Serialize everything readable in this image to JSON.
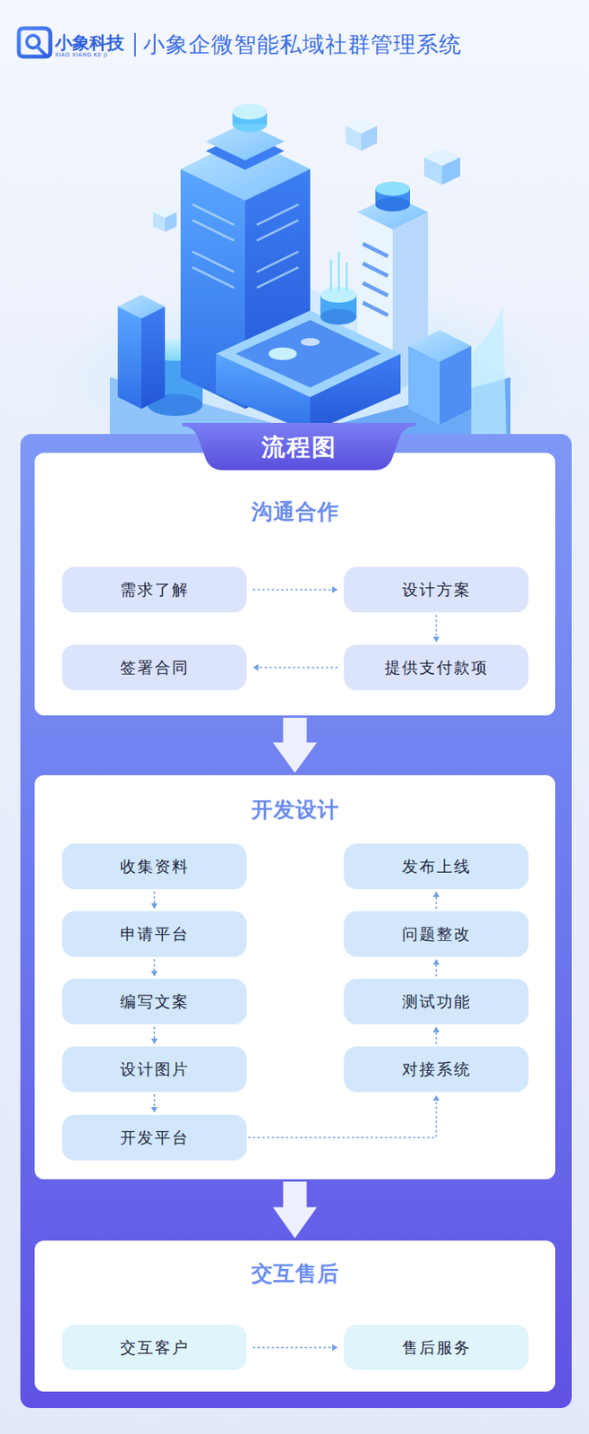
{
  "diagram": {
    "title": "小象企微智能私域社群管理系统",
    "nodes": [
      {
        "text": [
          "流程图"
        ]
      },
      {
        "text": [
          "沟通合作"
        ],
        "in": 0
      },
      {
        "text": [
          "需求了解"
        ],
        "in": 1
      },
      {
        "text": [
          "设计方案"
        ],
        "in": 1
      },
      {
        "text": [
          "提供支付款项"
        ],
        "in": 1
      },
      {
        "text": [
          "签署合同"
        ],
        "in": 1
      },
      {
        "text": [
          "开发设计"
        ],
        "in": 0
      },
      {
        "text": [
          "收集资料"
        ],
        "in": 6
      },
      {
        "text": [
          "申请平台"
        ],
        "in": 6
      },
      {
        "text": [
          "编写文案"
        ],
        "in": 6
      },
      {
        "text": [
          "设计图片"
        ],
        "in": 6
      },
      {
        "text": [
          "开发平台"
        ],
        "in": 6
      },
      {
        "text": [
          "对接系统"
        ],
        "in": 6
      },
      {
        "text": [
          "测试功能"
        ],
        "in": 6
      },
      {
        "text": [
          "问题整改"
        ],
        "in": 6
      },
      {
        "text": [
          "发布上线"
        ],
        "in": 6
      },
      {
        "text": [
          "交互售后"
        ],
        "in": 0
      },
      {
        "text": [
          "交互客户"
        ],
        "in": 16
      },
      {
        "text": [
          "售后服务"
        ],
        "in": 16
      }
    ],
    "edges": [
      {
        "from": 2,
        "to": 3,
        "arrow": "to"
      },
      {
        "from": 3,
        "to": 4,
        "arrow": "to"
      },
      {
        "from": 4,
        "to": 5,
        "arrow": "to"
      },
      {
        "from": 1,
        "to": 6,
        "arrow": "to"
      },
      {
        "from": 7,
        "to": 8,
        "arrow": "to"
      },
      {
        "from": 8,
        "to": 9,
        "arrow": "to"
      },
      {
        "from": 9,
        "to": 10,
        "arrow": "to"
      },
      {
        "from": 10,
        "to": 11,
        "arrow": "to"
      },
      {
        "from": 11,
        "to": 12,
        "arrow": "to"
      },
      {
        "from": 12,
        "to": 13,
        "arrow": "to"
      },
      {
        "from": 13,
        "to": 14,
        "arrow": "to"
      },
      {
        "from": 14,
        "to": 15,
        "arrow": "to"
      },
      {
        "from": 6,
        "to": 16,
        "arrow": "to"
      },
      {
        "from": 17,
        "to": 18,
        "arrow": "to"
      }
    ],
    "labels": [
      "小象科技",
      "XIAO XIANG KE JI"
    ]
  }
}
